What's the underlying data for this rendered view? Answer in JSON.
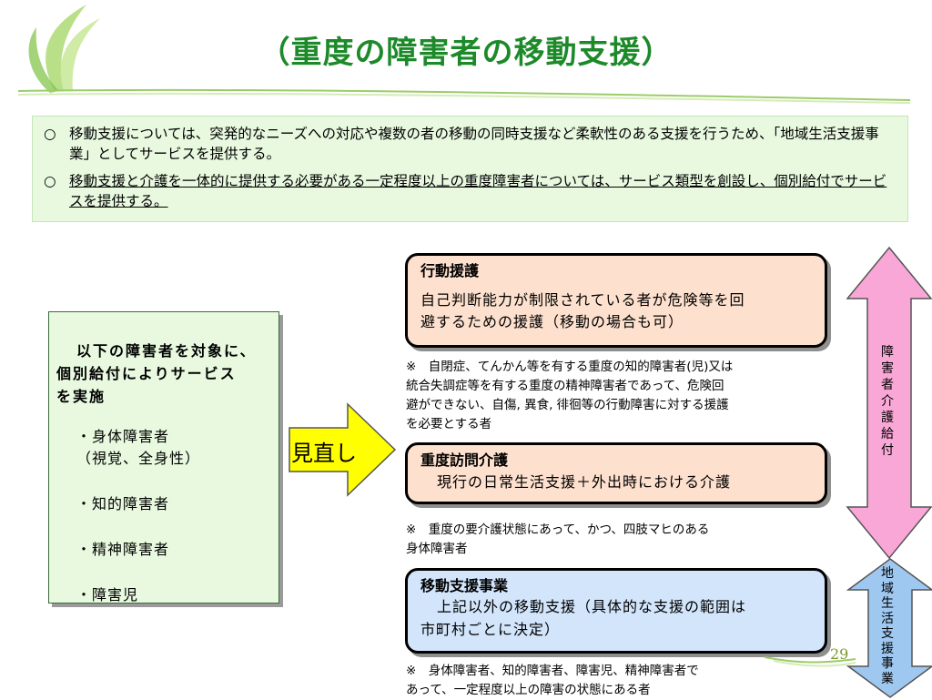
{
  "title": "（重度の障害者の移動支援）",
  "summary": {
    "bullets": [
      {
        "mark": "○",
        "text": "移動支援については、突発的なニーズへの対応や複数の者の移動の同時支援など柔軟性のある支援を行うため、「地域生活支援事業」としてサービスを提供する。"
      },
      {
        "mark": "○",
        "text": "移動支援と介護を一体的に提供する必要がある一定程度以上の重度障害者については、サービス類型を創設し、個別給付でサービスを提供する。"
      }
    ]
  },
  "target": {
    "heading_line1": "以下の障害者を対象に、",
    "heading_line2": "個別給付によりサービス",
    "heading_line3": "を実施",
    "items": [
      "・身体障害者",
      "（視覚、全身性）",
      "・知的障害者",
      "・精神障害者",
      "・障害児"
    ]
  },
  "review_label": "見直し",
  "services": [
    {
      "title": "行動援護",
      "desc_line1": "自己判断能力が制限されている者が危険等を回",
      "desc_line2": "避するための援護（移動の場合も可）",
      "note_line1": "※　自閉症、てんかん等を有する重度の知的障害者(児)又は",
      "note_line2": "統合失調症等を有する重度の精神障害者であって、危険回",
      "note_line3": "避ができない、自傷, 異食, 徘徊等の行動障害に対する援護",
      "note_line4": "を必要とする者"
    },
    {
      "title": "重度訪問介護",
      "desc_line1": "現行の日常生活支援＋外出時における介護",
      "note_line1": "※　重度の要介護状態にあって、かつ、四肢マヒのある",
      "note_line2": "身体障害者"
    },
    {
      "title": "移動支援事業",
      "desc_line1": "上記以外の移動支援（具体的な支援の範囲は",
      "desc_line2": "市町村ごとに決定）",
      "note_line1": "※　身体障害者、知的障害者、障害児、精神障害者で",
      "note_line2": "あって、一定程度以上の障害の状態にある者"
    }
  ],
  "side_labels": {
    "pink": [
      "障",
      "害",
      "者",
      "介",
      "護",
      "給",
      "付"
    ],
    "blue": [
      "地",
      "域",
      "生",
      "活",
      "支",
      "援",
      "事",
      "業"
    ]
  },
  "page_number": "29",
  "colors": {
    "title": "#1d8a2a",
    "summary_bg": "#e8f9e0",
    "orange_box": "#fde0cd",
    "blue_box": "#d2e5fb",
    "yellow_arrow": "#ffff00",
    "pink_arrow": "#f9a7d6",
    "blue_arrow": "#9fc8f1"
  }
}
